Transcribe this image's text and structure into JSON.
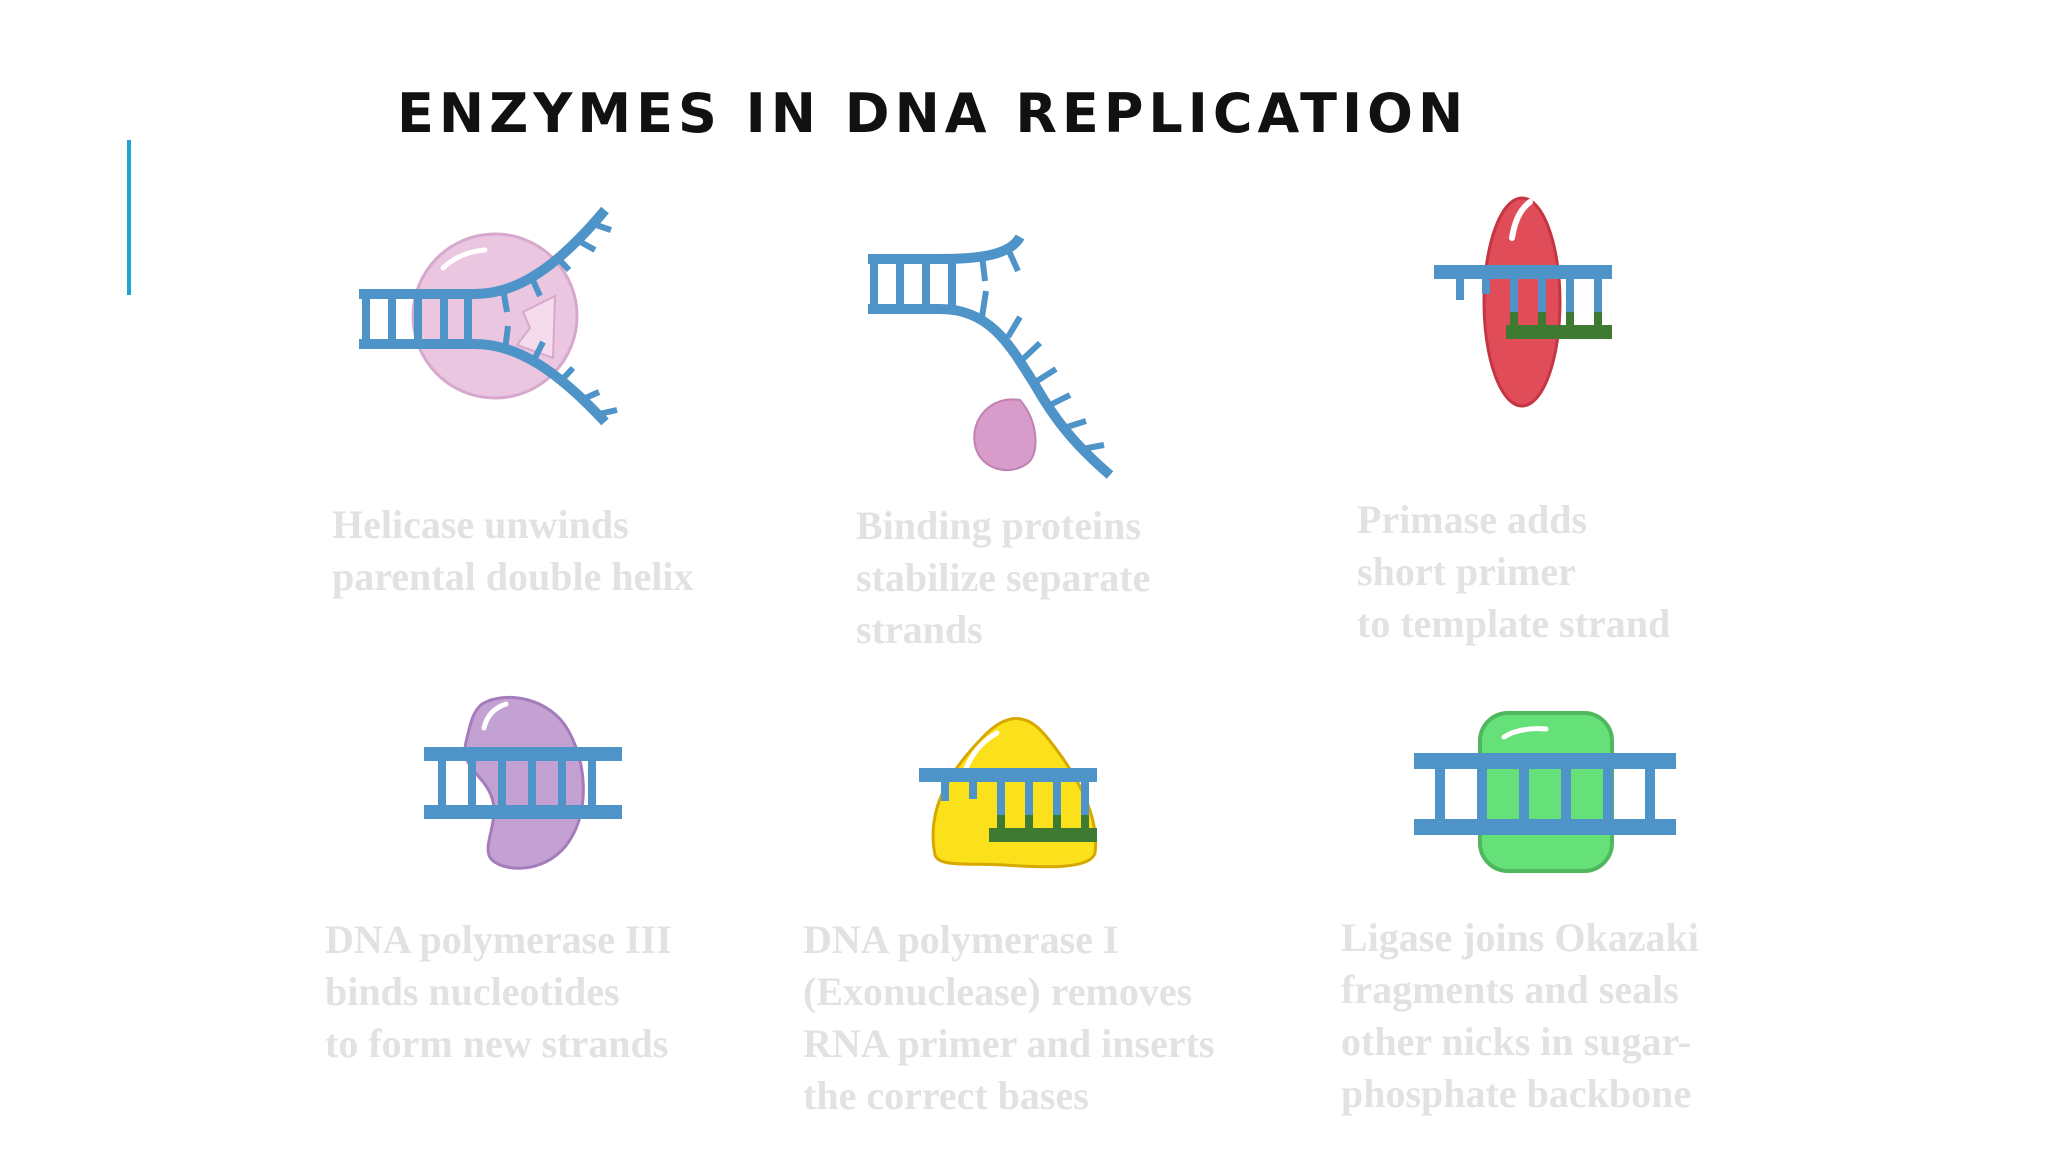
{
  "slide": {
    "title": "ENZYMES IN DNA REPLICATION"
  },
  "colors": {
    "accent": "#20a4d0",
    "dna_strand": "#4f94c8",
    "rna_primer": "#3f7a32",
    "helicase": "#ebc6e0",
    "binding_protein": "#d79cc9",
    "primase": "#e04d58",
    "polymerase_iii": "#c3a2d3",
    "polymerase_i": "#fbe01c",
    "ligase": "#66e078",
    "caption_text": "#e2e2e2"
  },
  "panels": [
    {
      "enzyme": "Helicase",
      "lines": [
        "Helicase unwinds",
        "parental double helix"
      ]
    },
    {
      "enzyme": "Binding proteins",
      "lines": [
        "Binding proteins",
        "stabilize separate",
        "strands"
      ]
    },
    {
      "enzyme": "Primase",
      "lines": [
        "Primase adds",
        "short primer",
        "to template strand"
      ]
    },
    {
      "enzyme": "DNA polymerase III",
      "lines": [
        "DNA polymerase III",
        "binds nucleotides",
        "to form new strands"
      ]
    },
    {
      "enzyme": "DNA polymerase I",
      "lines": [
        "DNA polymerase I",
        "(Exonuclease) removes",
        "RNA primer and inserts",
        "the correct bases"
      ]
    },
    {
      "enzyme": "Ligase",
      "lines": [
        "Ligase joins Okazaki",
        "fragments and seals",
        "other nicks in sugar-",
        "phosphate backbone"
      ]
    }
  ]
}
